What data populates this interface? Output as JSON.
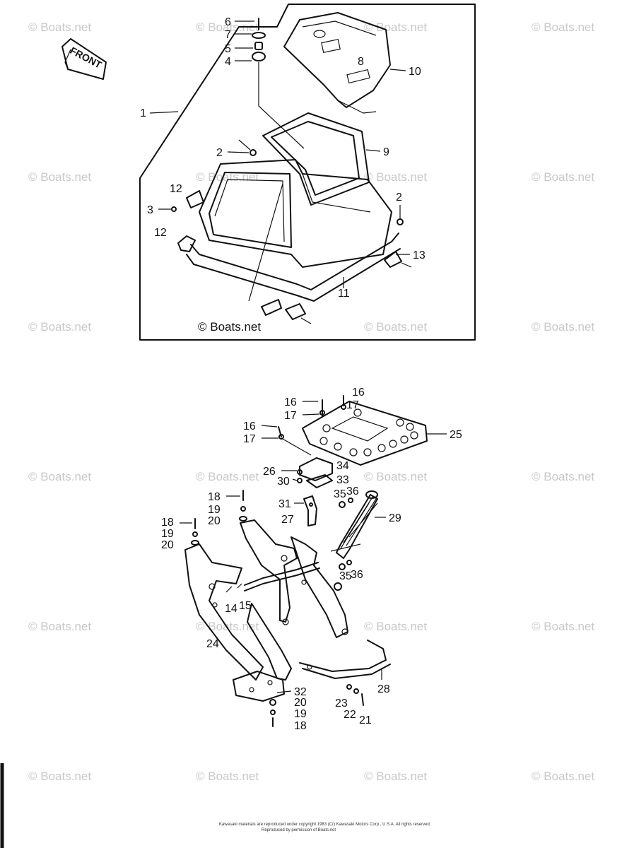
{
  "watermark": "© Boats.net",
  "top_panel": {
    "credit": "© Boats.net",
    "front_label": "FRONT",
    "callouts": [
      "6",
      "7",
      "5",
      "4",
      "8",
      "10",
      "1",
      "9",
      "2",
      "12",
      "3",
      "2",
      "12",
      "13",
      "11"
    ]
  },
  "bottom_panel": {
    "callouts": [
      "16",
      "17",
      "16",
      "17",
      "25",
      "16",
      "17",
      "26",
      "30",
      "34",
      "33",
      "35",
      "36",
      "18",
      "19",
      "20",
      "31",
      "27",
      "29",
      "18",
      "19",
      "20",
      "35",
      "36",
      "14",
      "15",
      "24",
      "28",
      "32",
      "20",
      "19",
      "18",
      "23",
      "22",
      "21"
    ]
  },
  "footer": {
    "line1": "Kawasaki materials are reproduced under copyright 1983 (Cr) Kawasaki Motors Corp., U.S.A. All rights reserved.",
    "line2": "Reproduced by permission of Boats.net"
  }
}
